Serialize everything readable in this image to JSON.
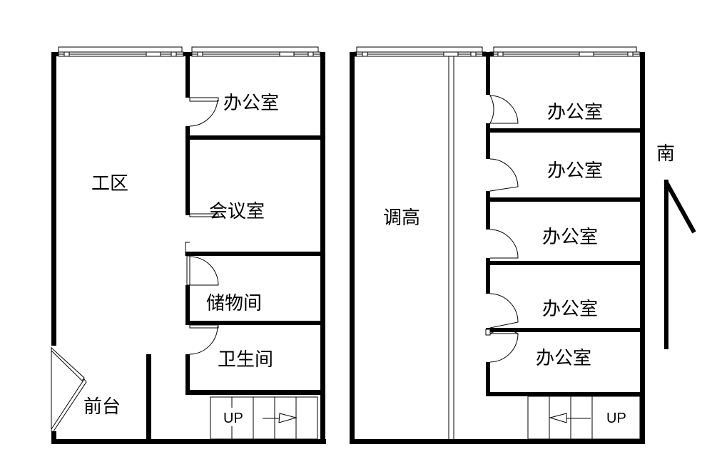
{
  "colors": {
    "wall": "#000000",
    "background": "#ffffff"
  },
  "left_plan": {
    "rooms": {
      "work_area": "工区",
      "office": "办公室",
      "meeting_room": "会议室",
      "storage": "储物间",
      "restroom": "卫生间",
      "reception": "前台"
    },
    "stairs_label": "UP"
  },
  "right_plan": {
    "rooms": {
      "raised": "调高",
      "offices": [
        "办公室",
        "办公室",
        "办公室",
        "办公室",
        "办公室"
      ]
    },
    "stairs_label": "UP"
  },
  "compass": {
    "label": "南"
  }
}
